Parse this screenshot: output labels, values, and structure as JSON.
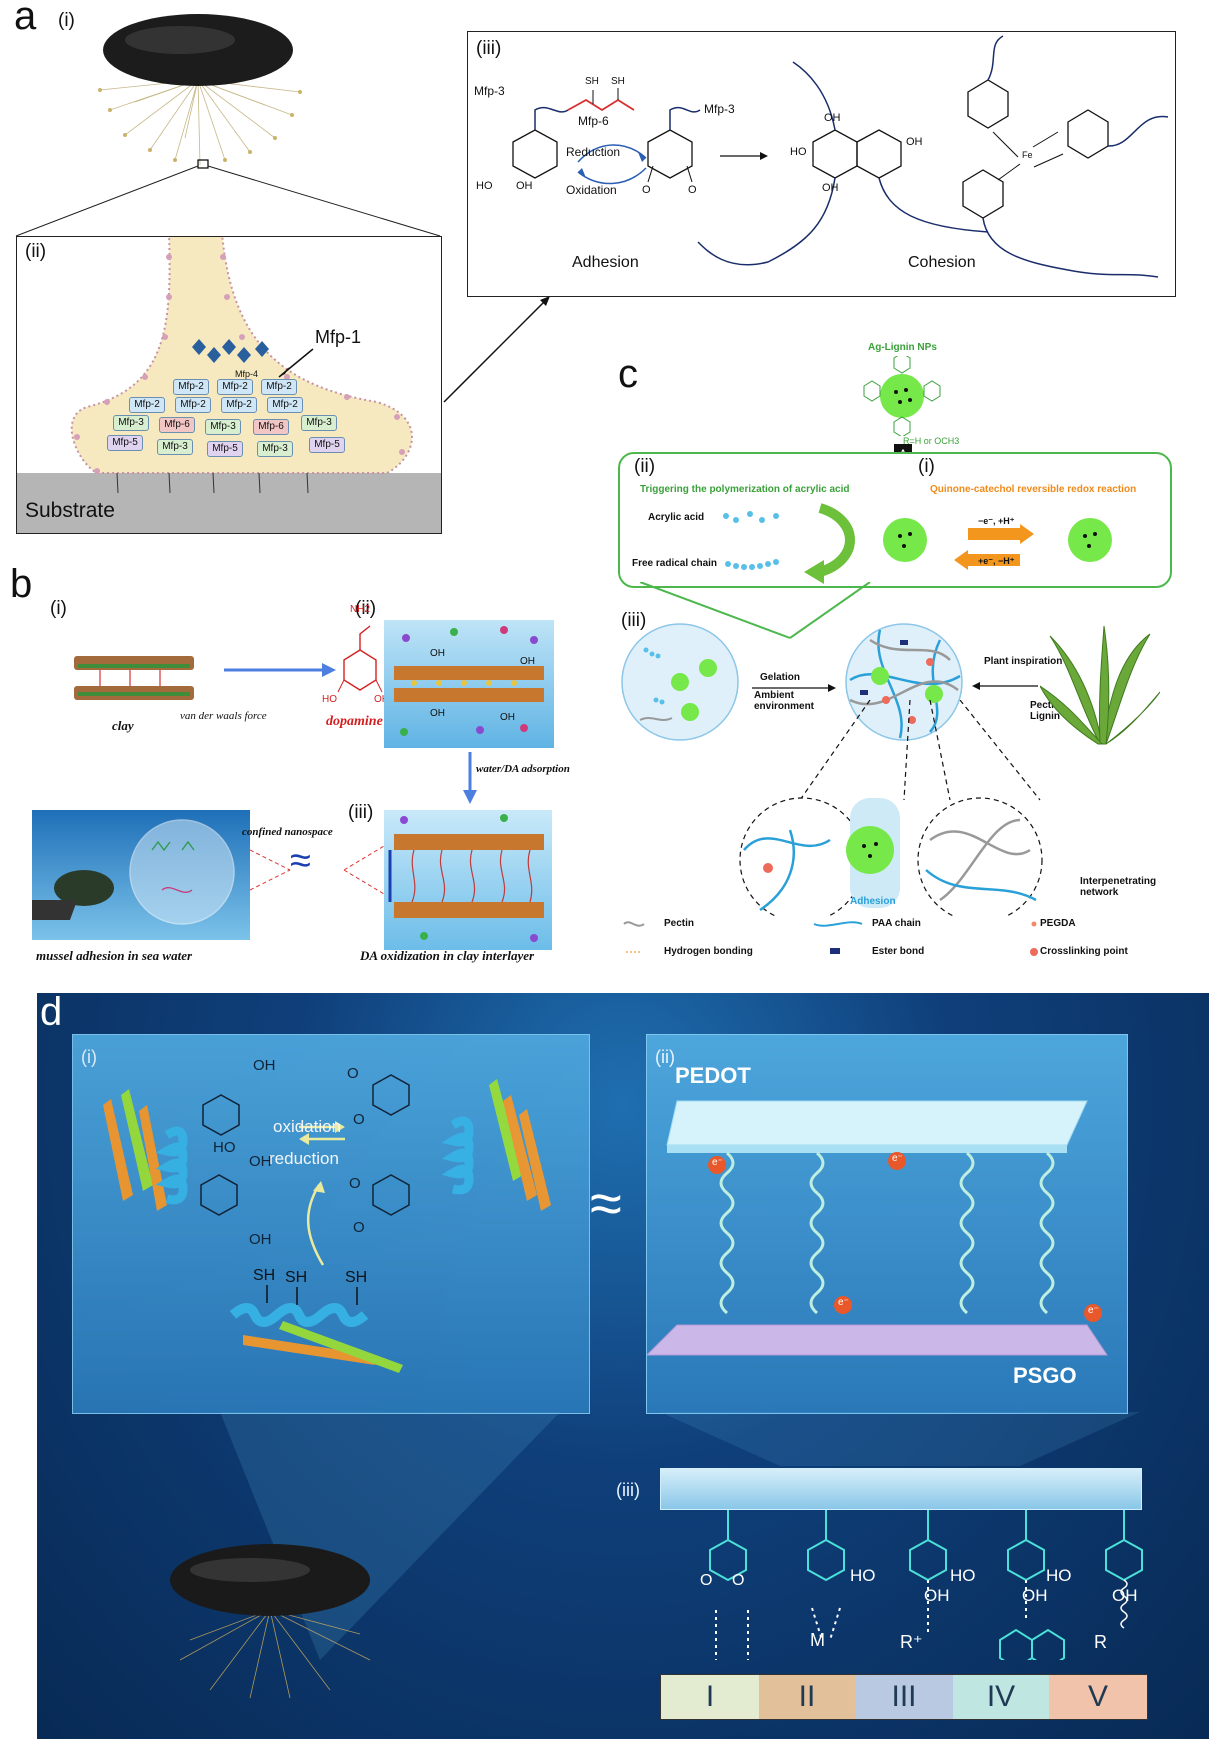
{
  "panel_a": {
    "label": "a",
    "sub_i": "(i)",
    "sub_ii": "(ii)",
    "sub_iii": "(iii)",
    "mfp1": "Mfp-1",
    "mfp4": "Mfp-4",
    "substrate": "Substrate",
    "plaque_rows": [
      [
        "Mfp-2",
        "Mfp-2",
        "Mfp-2"
      ],
      [
        "Mfp-2",
        "Mfp-2",
        "Mfp-2",
        "Mfp-2"
      ],
      [
        "Mfp-3",
        "Mfp-6",
        "Mfp-3",
        "Mfp-6",
        "Mfp-3"
      ],
      [
        "Mfp-5",
        "Mfp-3",
        "Mfp-5",
        "Mfp-3",
        "Mfp-5"
      ]
    ],
    "chem": {
      "mfp3_left": "Mfp-3",
      "mfp3_right": "Mfp-3",
      "mfp6": "Mfp-6",
      "sh": "SH",
      "reduction": "Reduction",
      "oxidation": "Oxidation",
      "ho": "HO",
      "oh": "OH",
      "o": "O",
      "fe": "Fe",
      "adhesion": "Adhesion",
      "cohesion": "Cohesion"
    }
  },
  "panel_b": {
    "label": "b",
    "sub_i": "(i)",
    "sub_ii": "(ii)",
    "sub_iii": "(iii)",
    "clay": "clay",
    "vdw": "van der waals force",
    "nh2": "NH2",
    "dopamine": "dopamine",
    "ho": "HO",
    "oh": "OH",
    "water_da": "water/DA adsorption",
    "confined": "confined nanospace",
    "approx": "≈",
    "mussel_caption": "mussel adhesion in sea water",
    "da_caption": "DA oxidization in clay interlayer"
  },
  "panel_c": {
    "label": "c",
    "np_title": "Ag-Lignin NPs",
    "r_group": "R=H or OCH3",
    "aps": [
      "A",
      "P",
      "S"
    ],
    "sub_ii": "(ii)",
    "sub_i": "(i)",
    "sub_iii": "(iii)",
    "trigger": "Triggering the polymerization of acrylic acid",
    "quinone": "Quinone-catechol reversible redox reaction",
    "acrylic": "Acrylic acid",
    "free_radical": "Free radical chain",
    "ox_top": "−e⁻, +H⁺",
    "ox_bottom": "+e⁻, −H⁺",
    "gelation": "Gelation",
    "ambient": "Ambient environment",
    "plant": "Plant inspiration",
    "pectin_lignin": "Pectin Lignin",
    "adhesion": "Adhesion",
    "interpenetrating": "Interpenetrating network",
    "legend": {
      "pectin": "Pectin",
      "hbond": "Hydrogen bonding",
      "paa": "PAA chain",
      "ester": "Ester bond",
      "pegda": "PEGDA",
      "crosslink": "Crosslinking point"
    }
  },
  "panel_d": {
    "label": "d",
    "sub_i": "(i)",
    "sub_ii": "(ii)",
    "sub_iii": "(iii)",
    "oxidation": "oxidation",
    "reduction": "reduction",
    "sh": "SH",
    "oh": "OH",
    "ho": "HO",
    "o": "O",
    "approx": "≈",
    "pedot": "PEDOT",
    "psgo": "PSGO",
    "electron": "e⁻",
    "m": "M",
    "r_plus": "R⁺",
    "r": "R",
    "strip": [
      "I",
      "II",
      "III",
      "IV",
      "V"
    ],
    "colors": {
      "bg": "#0b2c5a",
      "panel": "#2f7fb8",
      "strip_I": "#e3ecd0",
      "strip_II": "#e2c09a",
      "strip_III": "#b9c9e2",
      "strip_IV": "#bfe6e0",
      "strip_V": "#f0c3aa"
    }
  }
}
